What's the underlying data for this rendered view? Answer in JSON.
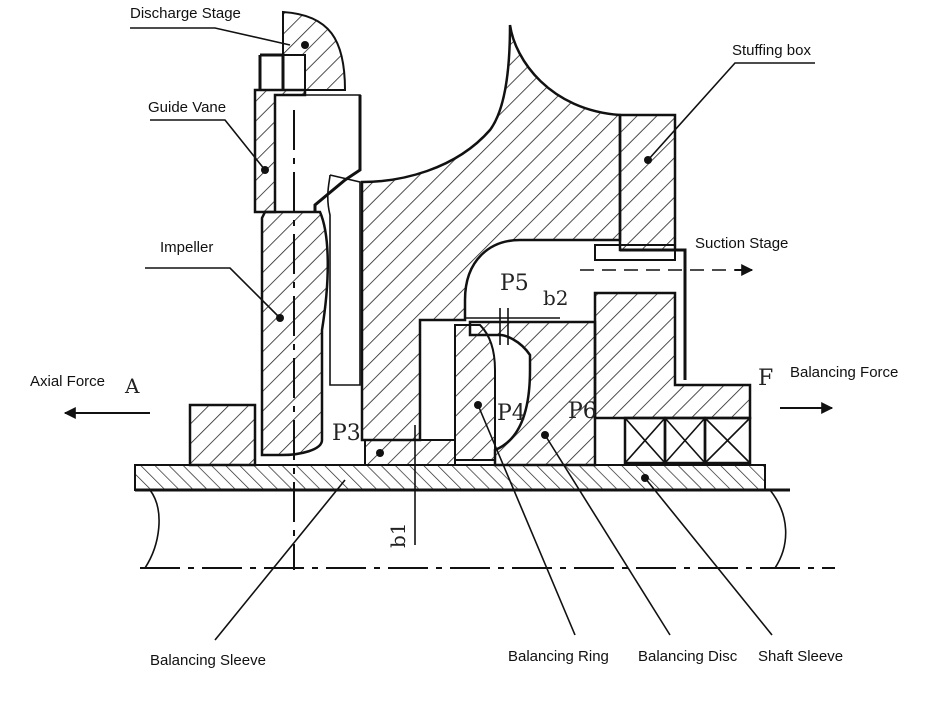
{
  "labels": {
    "discharge_stage": "Discharge Stage",
    "guide_vane": "Guide Vane",
    "impeller": "Impeller",
    "axial_force": "Axial Force",
    "stuffing_box": "Stuffing box",
    "suction_stage": "Suction Stage",
    "balancing_force": "Balancing Force",
    "balancing_sleeve": "Balancing Sleeve",
    "balancing_ring": "Balancing Ring",
    "balancing_disc": "Balancing Disc",
    "shaft_sleeve": "Shaft Sleeve"
  },
  "symbols": {
    "axial_force": "A",
    "balancing_force": "F",
    "p3": "P3",
    "p4": "P4",
    "p5": "P5",
    "p6": "P6",
    "b1": "b1",
    "b2": "b2"
  },
  "colors": {
    "line": "#111111",
    "hatch": "#222222",
    "background": "#ffffff"
  }
}
